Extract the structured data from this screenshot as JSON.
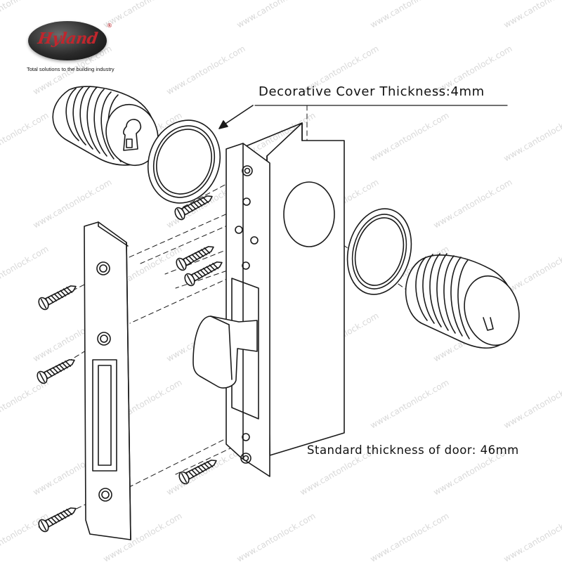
{
  "logo": {
    "brand": "Hyland",
    "registered_mark": "®",
    "tagline": "Total solutions to the building industry"
  },
  "annotations": {
    "cover_thickness": "Decorative Cover Thickness:4mm",
    "door_thickness": "Standard thickness of door: 46mm"
  },
  "watermark": "www.cantonlock.com",
  "colors": {
    "line": "#1a1a1a",
    "logo_red": "#c0262d",
    "logo_dark": "#1f1f1f",
    "watermark": "#d9d9d9"
  },
  "icons": {
    "logo": "hyland-oval-logo",
    "cylinder": "mortise-cylinder-icon",
    "cover": "decorative-cover-ring-icon",
    "screw": "screw-icon"
  }
}
